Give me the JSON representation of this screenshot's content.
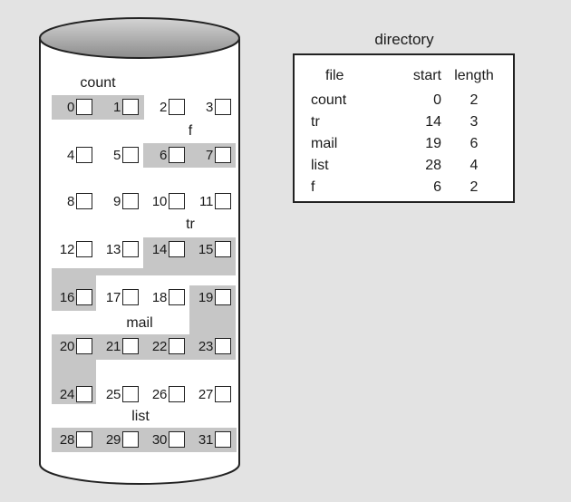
{
  "directory": {
    "title": "directory",
    "headers": {
      "file": "file",
      "start": "start",
      "length": "length"
    },
    "rows": [
      {
        "file": "count",
        "start": "0",
        "length": "2"
      },
      {
        "file": "tr",
        "start": "14",
        "length": "3"
      },
      {
        "file": "mail",
        "start": "19",
        "length": "6"
      },
      {
        "file": "list",
        "start": "28",
        "length": "4"
      },
      {
        "file": "f",
        "start": "6",
        "length": "2"
      }
    ]
  },
  "disk": {
    "blocks": [
      "0",
      "1",
      "2",
      "3",
      "4",
      "5",
      "6",
      "7",
      "8",
      "9",
      "10",
      "11",
      "12",
      "13",
      "14",
      "15",
      "16",
      "17",
      "18",
      "19",
      "20",
      "21",
      "22",
      "23",
      "24",
      "25",
      "26",
      "27",
      "28",
      "29",
      "30",
      "31"
    ],
    "file_labels": {
      "count": "count",
      "f": "f",
      "tr": "tr",
      "mail": "mail",
      "list": "list"
    },
    "colors": {
      "highlight": "#c6c6c6",
      "cylinder_top": "#9a9a9a",
      "body": "#ffffff"
    }
  }
}
